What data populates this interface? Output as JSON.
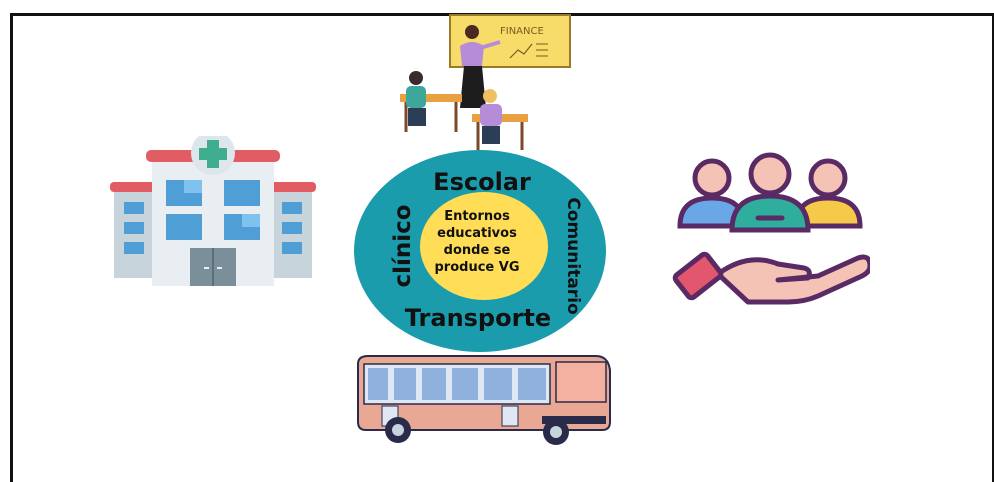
{
  "diagram": {
    "center": {
      "lines": [
        "Entornos",
        "educativos",
        "donde se",
        "produce VG"
      ]
    },
    "ring_labels": {
      "top": "Escolar",
      "bottom": "Transporte",
      "left": "clínico",
      "right": "Comunitario"
    },
    "board_text": "FINANCE",
    "colors": {
      "ring": "#1b9cad",
      "center": "#ffdd57",
      "hospital_roof": "#e25c63",
      "hospital_cross": "#3fae8f",
      "people_outline": "#5a2a64",
      "bus_body": "#e9a893",
      "bus_windows": "#8fb1dc"
    },
    "icons": [
      "hospital-icon",
      "community-hand-icon",
      "classroom-illustration",
      "bus-illustration"
    ]
  }
}
